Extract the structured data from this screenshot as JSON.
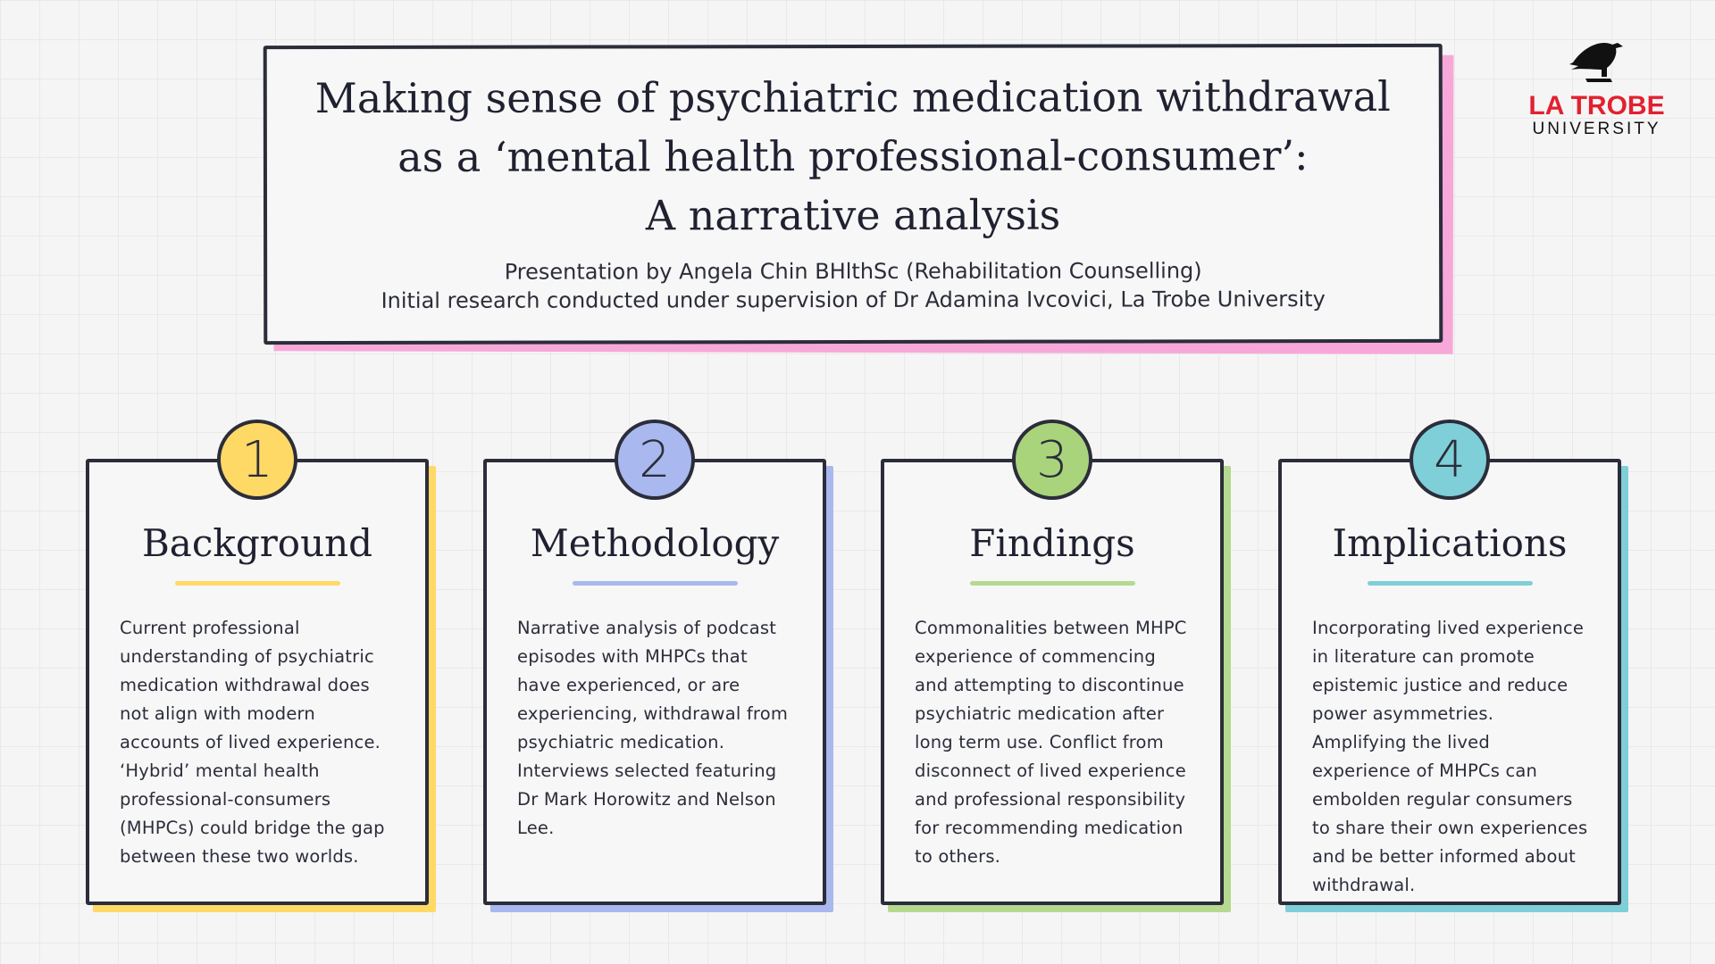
{
  "header": {
    "title_lines": [
      "Making sense of psychiatric medication withdrawal",
      "as a ‘mental health professional-consumer’:",
      "A narrative analysis"
    ],
    "subtitle_lines": [
      "Presentation by Angela Chin BHlthSc (Rehabilitation Counselling)",
      "Initial research conducted under supervision of Dr Adamina Ivcovici, La Trobe University"
    ]
  },
  "logo": {
    "name": "LA TROBE",
    "sub": "UNIVERSITY",
    "icon": "eagle-icon"
  },
  "colors": {
    "yellow": "#FFD966",
    "blue": "#A9B8EE",
    "green": "#A9D47C",
    "teal": "#7FCFD8",
    "pink": "#F7A8D8",
    "red": "#E3202F"
  },
  "cards": [
    {
      "number": "1",
      "title": "Background",
      "text": "Current professional understanding of psychiatric medication withdrawal does not align with modern accounts of lived experience. ‘Hybrid’ mental health professional-consumers (MHPCs) could bridge the gap between these two worlds."
    },
    {
      "number": "2",
      "title": "Methodology",
      "text": "Narrative analysis of podcast episodes with MHPCs that have experienced, or are experiencing, withdrawal from psychiatric medication. Interviews selected featuring Dr Mark Horowitz and Nelson Lee."
    },
    {
      "number": "3",
      "title": "Findings",
      "text": "Commonalities between MHPC experience of commencing and attempting to discontinue psychiatric medication after long term use. Conflict from disconnect of lived experience and professional responsibility for recommending medication to others."
    },
    {
      "number": "4",
      "title": "Implications",
      "text": "Incorporating lived experience in literature can promote epistemic justice and reduce power asymmetries. Amplifying the lived experience of MHPCs can embolden regular consumers to share their own experiences and be better informed about withdrawal."
    }
  ]
}
